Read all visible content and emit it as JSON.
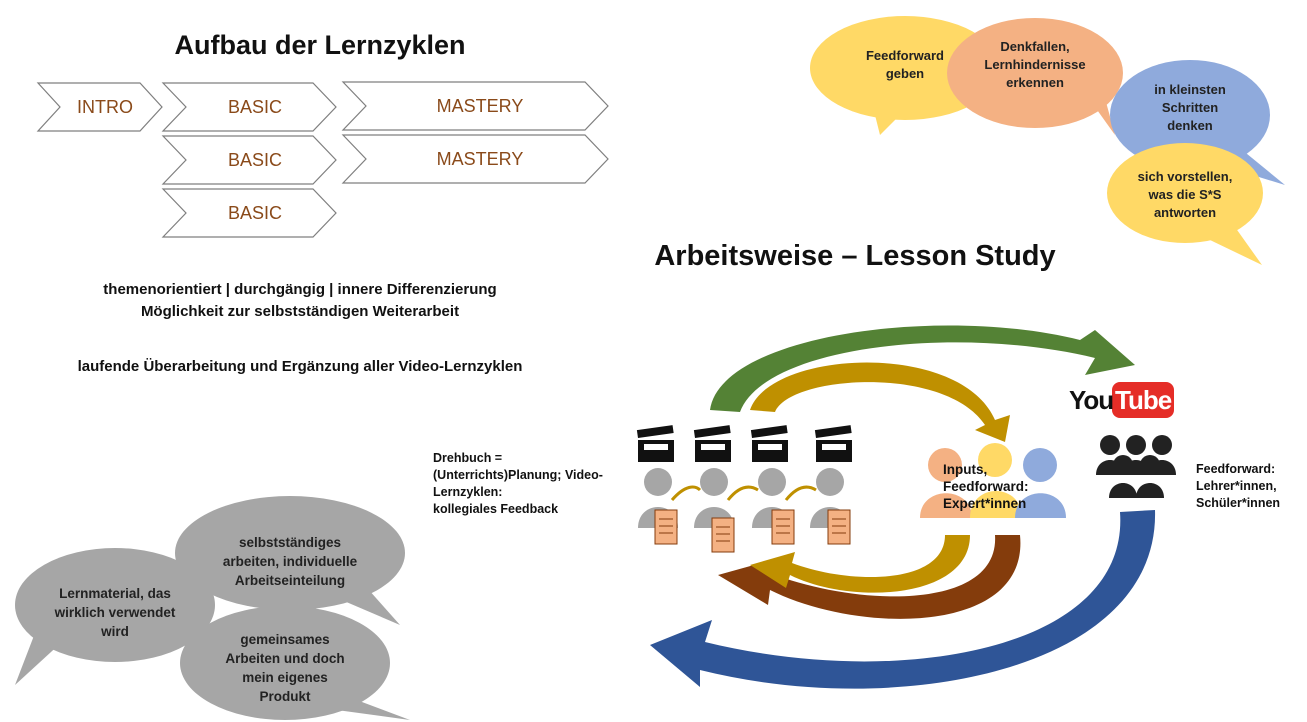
{
  "left": {
    "title": "Aufbau der Lernzyklen",
    "chevrons": {
      "intro": "INTRO",
      "basic1": "BASIC",
      "basic2": "BASIC",
      "basic3": "BASIC",
      "mastery1": "MASTERY",
      "mastery2": "MASTERY"
    },
    "line1": "themenorientiert | durchgängig | innere Differenzierung",
    "line2": "Möglichkeit zur selbstständigen Weiterarbeit",
    "line3": "laufende Überarbeitung und Ergänzung aller Video-Lernzyklen"
  },
  "bubbles_top": {
    "b1": [
      "Feedforward",
      "geben"
    ],
    "b2": [
      "Denkfallen,",
      "Lernhindernisse",
      "erkennen"
    ],
    "b3": [
      "in kleinsten",
      "Schritten",
      "denken"
    ],
    "b4": [
      "sich vorstellen,",
      "was die S*S",
      "antworten"
    ]
  },
  "bubbles_bottom": {
    "g1": [
      "Lernmaterial, das",
      "wirklich verwendet",
      "wird"
    ],
    "g2": [
      "selbstständiges",
      "arbeiten, individuelle",
      "Arbeitseinteilung"
    ],
    "g3": [
      "gemeinsames",
      "Arbeiten und doch",
      "mein eigenes",
      "Produkt"
    ]
  },
  "right": {
    "title": "Arbeitsweise – Lesson Study",
    "drehbuch": [
      "Drehbuch =",
      "(Unterrichts)Planung; Video-",
      "Lernzyklen:",
      "kollegiales Feedback"
    ],
    "inputs": [
      "Inputs,",
      "Feedforward:",
      "Expert*innen"
    ],
    "feedforward": [
      "Feedforward:",
      "Lehrer*innen,",
      "Schüler*innen"
    ],
    "youtube_you": "You",
    "youtube_tube": "Tube"
  },
  "colors": {
    "chevron_text": "#8a4a1a",
    "yellow": "#ffd966",
    "orange": "#f4b183",
    "blue": "#8faadc",
    "grey": "#a6a6a6",
    "green_arrow": "#548235",
    "gold_arrow": "#bf9000",
    "brown_arrow": "#843c0c",
    "blue_arrow": "#2f5597",
    "youtube_red": "#e52d27"
  }
}
